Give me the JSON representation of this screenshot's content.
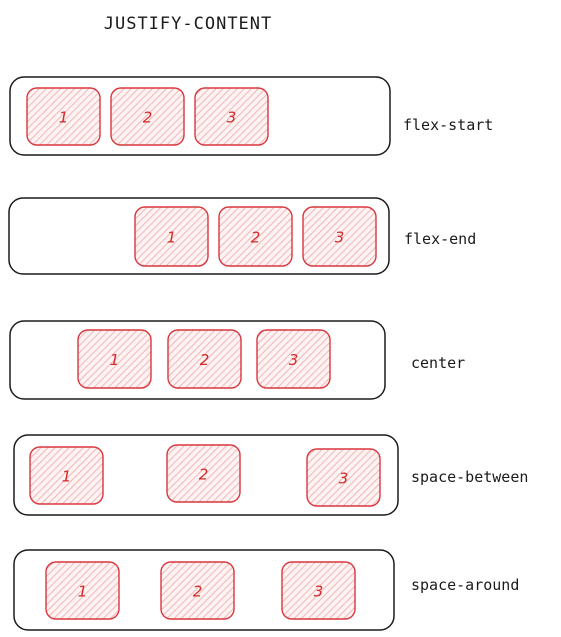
{
  "title": "JUSTIFY-CONTENT",
  "colors": {
    "stroke": "#1b1b1b",
    "item_stroke": "#d9363e",
    "hatch": "#f0a7a7",
    "item_fill": "#fdf3f3",
    "number": "#d32a2a"
  },
  "rows": [
    {
      "label": "flex-start",
      "items": [
        "1",
        "2",
        "3"
      ]
    },
    {
      "label": "flex-end",
      "items": [
        "1",
        "2",
        "3"
      ]
    },
    {
      "label": "center",
      "items": [
        "1",
        "2",
        "3"
      ]
    },
    {
      "label": "space-between",
      "items": [
        "1",
        "2",
        "3"
      ]
    },
    {
      "label": "space-around",
      "items": [
        "1",
        "2",
        "3"
      ]
    }
  ]
}
